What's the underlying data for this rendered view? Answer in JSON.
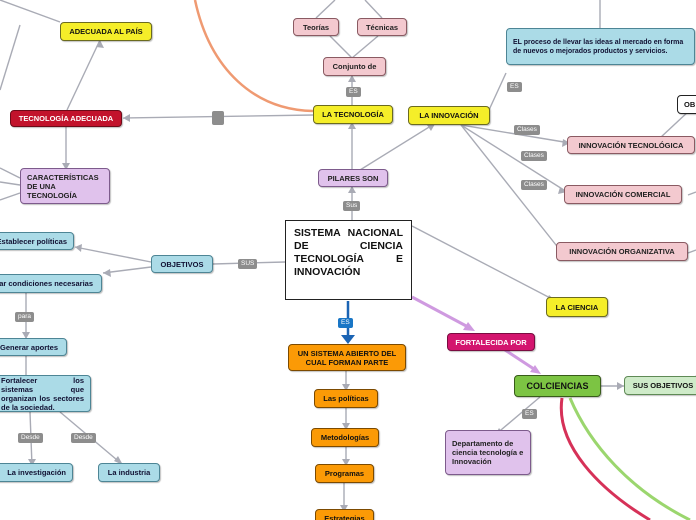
{
  "central": "SISTEMA NACIONAL DE CIENCIA TECNOLOGÍA E INNOVACIÓN",
  "nodes": {
    "adecuada_pais": "ADECUADA AL PAÍS",
    "teorias": "Teorías",
    "tecnicas": "Técnicas",
    "conjunto_de": "Conjunto de",
    "proceso_innovacion": "EL proceso de llevar las ideas al mercado en forma de nuevos o mejorados productos y servicios.",
    "ob": "OB",
    "tecnologia_adecuada": "TECNOLOGÍA ADECUADA",
    "la_tecnologia": "LA TECNOLOGÍA",
    "la_innovacion": "LA INNOVACIÓN",
    "innovacion_tecnologica": "INNOVACIÓN TECNOLÓGICA",
    "caracteristicas": "CARACTERÍSTICAS DE UNA TECNOLOGÍA",
    "pilares_son": "PILARES SON",
    "innovacion_comercial": "INNOVACIÓN COMERCIAL",
    "establecer_politicas": "Establecer políticas",
    "objetivos": "OBJETIVOS",
    "innovacion_organizativa": "INNOVACIÓN ORGANIZATIVA",
    "condiciones": "Crear condiciones necesarias",
    "la_ciencia": "LA CIENCIA",
    "fortalecida_por": "FORTALECIDA POR",
    "generar_aportes": "Generar aportes",
    "sistema_abierto": "UN SISTEMA ABIERTO DEL CUAL FORMAN PARTE",
    "fortalecer": "Fortalecer los sistemas que organizan los sectores de la sociedad.",
    "las_politicas": "Las políticas",
    "colciencias": "COLCIENCIAS",
    "sus_objetivos": "SUS OBJETIVOS",
    "metodologias": "Metodologías",
    "departamento": "Departamento de ciencia tecnología e Innovación",
    "la_investigacion": "La investigación",
    "la_industria": "La industria",
    "programas": "Programas",
    "estrategias": "Estrategias"
  },
  "labels": {
    "es_tecnologia": "ES",
    "es_innovacion": "ES",
    "clases_1": "Clases",
    "clases_2": "Clases",
    "clases_3": "Clases",
    "sus_pilares": "Sus",
    "sus_objetivos": "SUS",
    "para": "para",
    "es_central": "ES",
    "es_colciencias": "ES",
    "desde_1": "Desde",
    "desde_2": "Desde"
  },
  "colors": {
    "yellow": "#f5ee29",
    "pink": "#f3c9cf",
    "purple": "#e0c2ec",
    "blue": "#abdbe7",
    "orange": "#fb9a06",
    "red": "#c2132c",
    "magenta": "#d3156e",
    "green": "#7cc443"
  }
}
